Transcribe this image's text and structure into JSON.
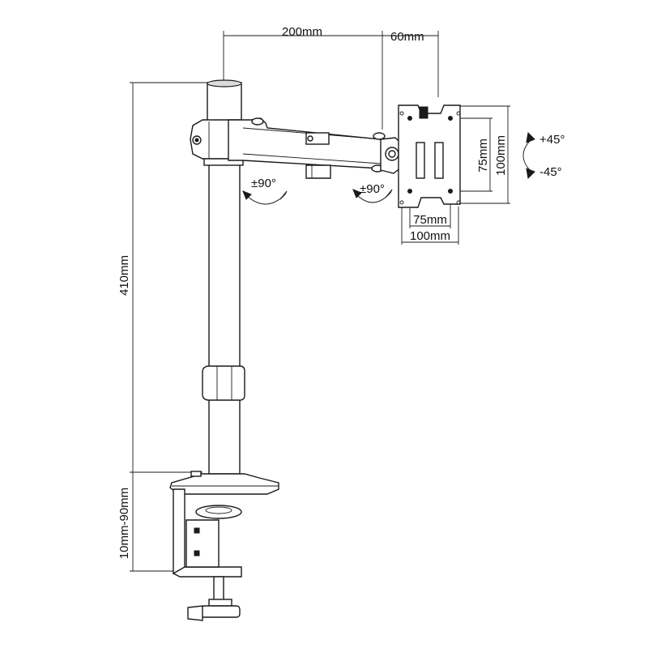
{
  "dimensions": {
    "arm_length": "200mm",
    "head_offset": "60mm",
    "pole_height": "410mm",
    "clamp_range": "10mm-90mm",
    "vesa_v_small": "75mm",
    "vesa_v_large": "100mm",
    "vesa_h_small": "75mm",
    "vesa_h_large": "100mm"
  },
  "rotation": {
    "pole_swivel": "±90°",
    "head_swivel": "±90°",
    "tilt_up": "+45°",
    "tilt_down": "-45°"
  },
  "colors": {
    "line": "#1a1a1a",
    "background": "#ffffff"
  }
}
